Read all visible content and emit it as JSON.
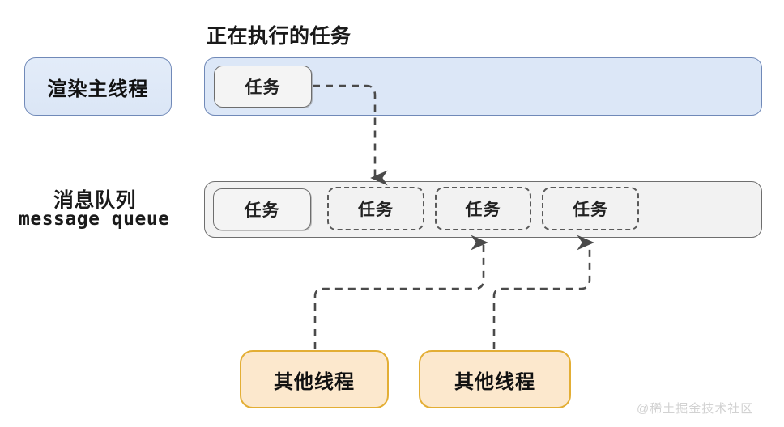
{
  "diagram": {
    "title_running_task": "正在执行的任务",
    "watermark": "@稀土掘金技术社区",
    "main_thread": {
      "label": "渲染主线程",
      "running_task_label": "任务"
    },
    "message_queue": {
      "label_cn": "消息队列",
      "label_en": "message queue",
      "slots": [
        {
          "label": "任务",
          "style": "solid"
        },
        {
          "label": "任务",
          "style": "dashed"
        },
        {
          "label": "任务",
          "style": "dashed"
        },
        {
          "label": "任务",
          "style": "dashed"
        }
      ]
    },
    "workers": [
      {
        "label": "其他线程"
      },
      {
        "label": "其他线程"
      }
    ],
    "colors": {
      "main_thread_fill": "#dce7f7",
      "main_thread_border": "#7089b8",
      "queue_fill": "#f2f2f2",
      "queue_border": "#6e6e6e",
      "worker_fill": "#fce8cd",
      "worker_border": "#e3ae35",
      "connector": "#4a4a4a",
      "text": "#111111",
      "watermark": "#d2d2d2"
    }
  }
}
